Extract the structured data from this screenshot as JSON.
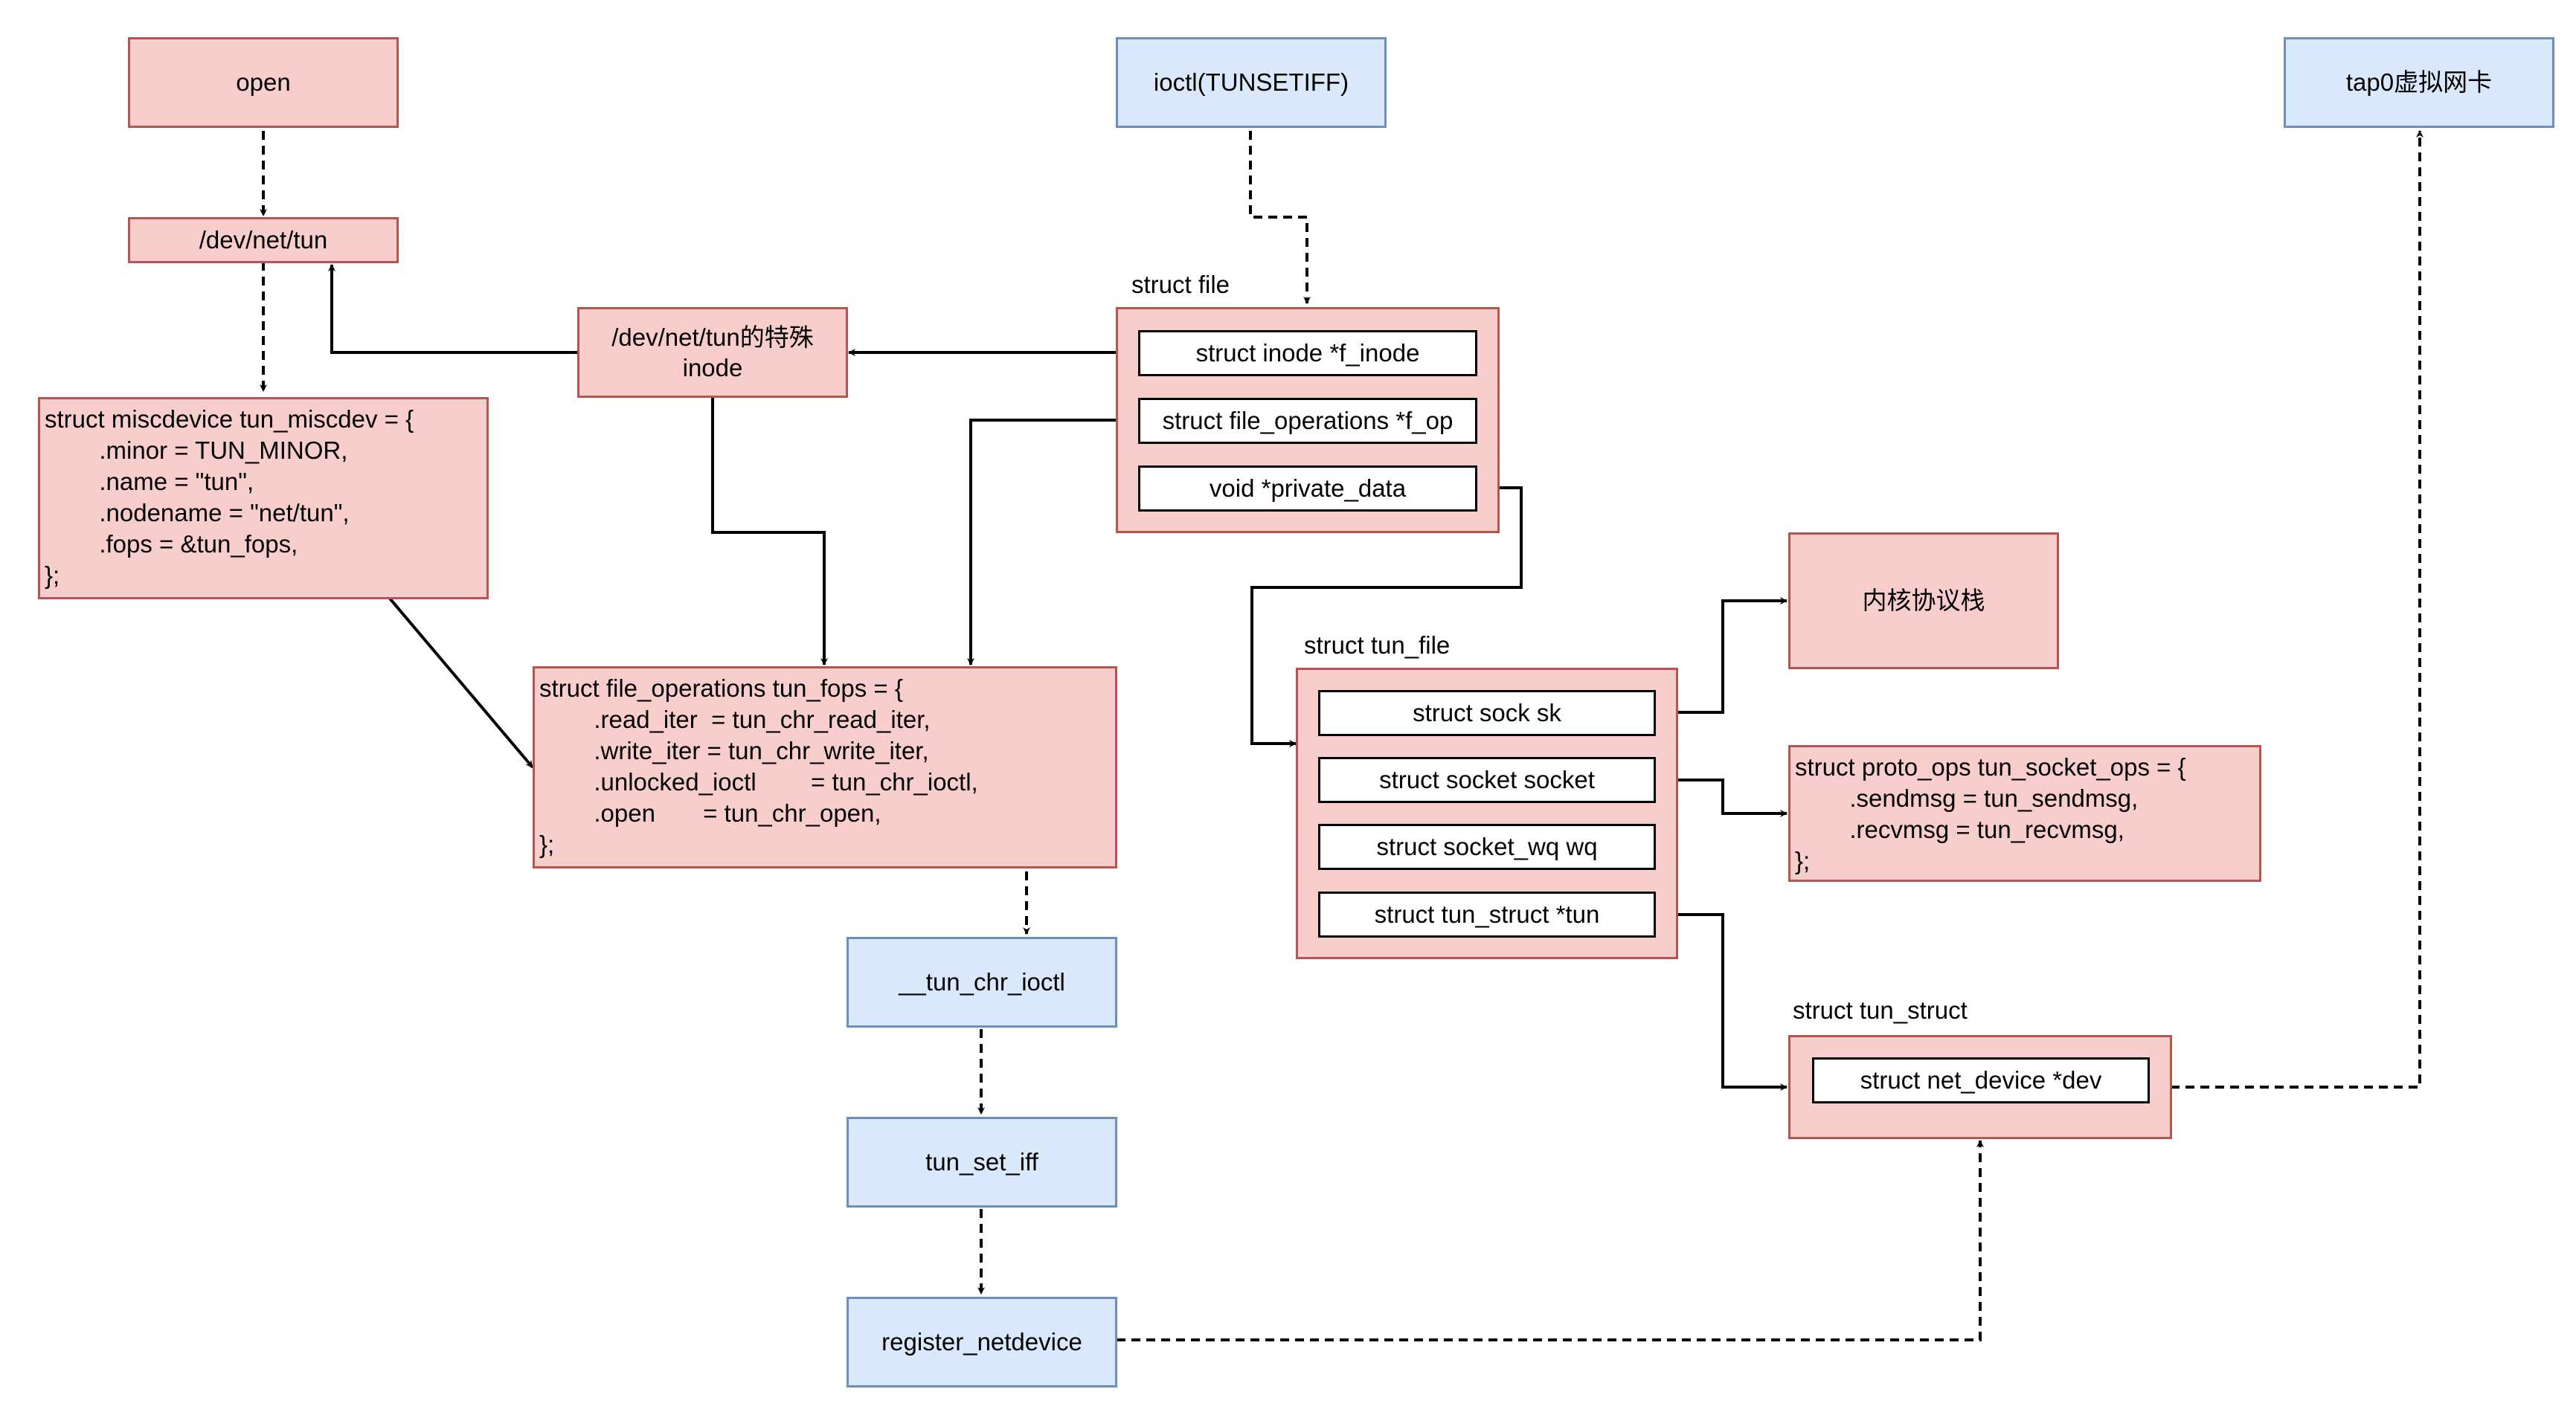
{
  "nodes": {
    "open": "open",
    "dev_net_tun": "/dev/net/tun",
    "miscdevice": "struct miscdevice tun_miscdev = {\n        .minor = TUN_MINOR,\n        .name = \"tun\",\n        .nodename = \"net/tun\",\n        .fops = &tun_fops,\n};",
    "special_inode": "/dev/net/tun的特殊\ninode",
    "ioctl": "ioctl(TUNSETIFF)",
    "struct_file_title": "struct file",
    "f_inode": "struct inode *f_inode",
    "f_op": "struct file_operations *f_op",
    "private_data": "void *private_data",
    "tun_fops": "struct file_operations tun_fops = {\n        .read_iter  = tun_chr_read_iter,\n        .write_iter = tun_chr_write_iter,\n        .unlocked_ioctl        = tun_chr_ioctl,\n        .open       = tun_chr_open,\n};",
    "tun_chr_ioctl": "__tun_chr_ioctl",
    "tun_set_iff": "tun_set_iff",
    "register_netdevice": "register_netdevice",
    "tun_file_title": "struct tun_file",
    "sock_sk": "struct sock sk",
    "socket_socket": "struct socket socket",
    "socket_wq": "struct socket_wq wq",
    "tun_struct_ptr": "struct tun_struct  *tun",
    "kernel_stack": "内核协议栈",
    "proto_ops": "struct proto_ops tun_socket_ops = {\n        .sendmsg = tun_sendmsg,\n        .recvmsg = tun_recvmsg,\n};",
    "tun_struct_title": "struct tun_struct",
    "net_device": "struct net_device *dev",
    "tap0": "tap0虚拟网卡"
  },
  "colors": {
    "red_fill": "#f8cecc",
    "red_stroke": "#b85450",
    "blue_fill": "#dae8fc",
    "blue_stroke": "#6c8ebf"
  }
}
